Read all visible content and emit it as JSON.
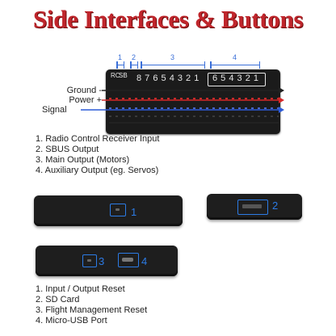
{
  "title": "Side Interfaces & Buttons",
  "brackets": [
    "1",
    "2",
    "3",
    "4"
  ],
  "board": {
    "rc": "RC",
    "sb": "SB",
    "main_pins": "8 7 6 5 4 3 2 1",
    "aux_pins": "6 5 4 3 2 1"
  },
  "wires": {
    "ground": "Ground -",
    "power": "Power +",
    "signal": "Signal"
  },
  "list1": [
    "1. Radio Control Receiver Input",
    "2. SBUS Output",
    "3. Main Output (Motors)",
    "4. Auxiliary Output (eg. Servos)"
  ],
  "callouts": [
    "1",
    "2",
    "3",
    "4"
  ],
  "list2": [
    "1. Input / Output Reset",
    "2. SD Card",
    "3. Flight Management Reset",
    "4. Micro-USB Port"
  ],
  "colors": {
    "title": "#c0262c",
    "accent": "#2c7be5",
    "ground": "#222222",
    "power": "#d62828",
    "signal": "#2c5bd8"
  }
}
